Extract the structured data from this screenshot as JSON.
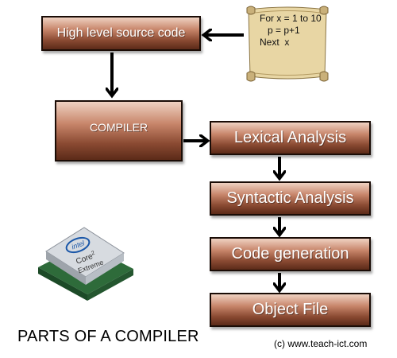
{
  "source_box": {
    "label": "High level source code"
  },
  "code_scroll": {
    "lines": [
      "For x = 1 to 10",
      "   p = p+1",
      "Next  x"
    ]
  },
  "compiler_box": {
    "label": "COMPILER"
  },
  "stages": [
    {
      "label": "Lexical Analysis"
    },
    {
      "label": "Syntactic Analysis"
    },
    {
      "label": "Code generation"
    },
    {
      "label": "Object File"
    }
  ],
  "cpu_image": {
    "brand": "intel",
    "model_line1": "Core",
    "model_sup": "2",
    "model_line2": "Extreme"
  },
  "caption": "PARTS OF A COMPILER",
  "copyright": "(c) www.teach-ict.com",
  "colors": {
    "box_light": "#efd2c2",
    "box_dark": "#5b2a18",
    "parchment": "#e8d6a4",
    "arrow": "#000000"
  }
}
